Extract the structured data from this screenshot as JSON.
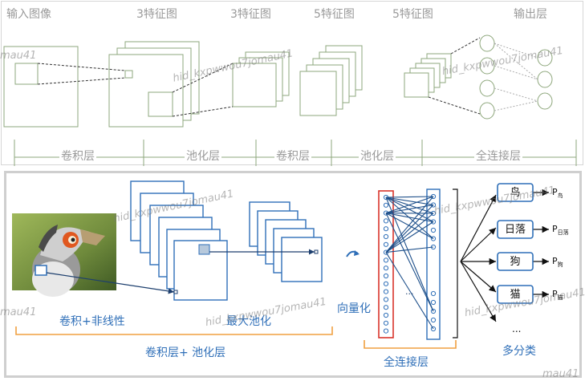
{
  "top": {
    "titles": [
      "输入图像",
      "3特征图",
      "3特征图",
      "5特征图",
      "5特征图",
      "输出层"
    ],
    "layers": [
      "卷积层",
      "池化层",
      "卷积层",
      "池化层",
      "全连接层"
    ]
  },
  "bottom": {
    "conv_label": "卷积+非线性",
    "pool_label": "最大池化",
    "vectorize_label": "向量化",
    "conv_pool_label": "卷积层+ 池化层",
    "fc_label": "全连接层",
    "multiclass_label": "多分类",
    "ellipsis": "...",
    "classes": [
      {
        "name": "鸟",
        "prob": "P",
        "sub": "鸟"
      },
      {
        "name": "日落",
        "prob": "P",
        "sub": "日落"
      },
      {
        "name": "狗",
        "prob": "P",
        "sub": "狗"
      },
      {
        "name": "猫",
        "prob": "P",
        "sub": "猫"
      }
    ],
    "class_ellipsis": "..."
  },
  "watermarks": [
    "mau41",
    "hid_kxpwwou7jomau41",
    "hid_kxpwwou7jomau41",
    "mau41",
    "hid_kxpwwou7jomau41",
    "hid_kxpwwou7jomau41",
    "hid_kxpwwou7jomau41",
    "hid_kxpwwou7jomau41",
    "mau41"
  ],
  "colors": {
    "green": "#8ea77c",
    "blue": "#2f6fb8",
    "red": "#d9342b",
    "orange": "#f0a040"
  }
}
